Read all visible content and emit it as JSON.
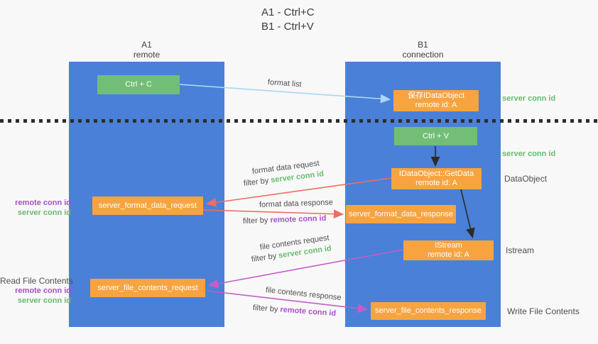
{
  "title": {
    "line1": "A1 - Ctrl+C",
    "line2": "B1 - Ctrl+V"
  },
  "columns": {
    "left": {
      "header_line1": "A1",
      "header_line2": "remote"
    },
    "right": {
      "header_line1": "B1",
      "header_line2": "connection"
    }
  },
  "nodes": {
    "ctrl_c": "Ctrl + C",
    "ctrl_v": "Ctrl + V",
    "save_idataobject": {
      "line1": "保存IDataObject",
      "line2": "remote id: A"
    },
    "getdata": {
      "line1": "IDataObject::GetData",
      "line2": "remote id: A"
    },
    "istream": {
      "line1": "IStream",
      "line2": "remote id: A"
    },
    "format_request": "server_format_data_request",
    "format_response": "server_format_data_response",
    "file_request": "server_file_contents_request",
    "file_response": "server_file_contents_response"
  },
  "labels": {
    "format_list": "format list",
    "format_data_request": "format data request",
    "format_data_response": "format data response",
    "file_contents_request": "file contents request",
    "file_contents_response": "file contents response",
    "filter_by": "filter by",
    "server_conn_id": "server conn id",
    "remote_conn_id": "remote conn id",
    "dataobject": "DataObject",
    "istream_side": "Istream",
    "read_file_contents": "Read File Contents",
    "write_file_contents": "Write File Contents"
  },
  "colors": {
    "column_blue": "#4a80d8",
    "node_green": "#72be76",
    "node_orange": "#f7a440",
    "arrow_light_blue": "#a9d7f5",
    "arrow_salmon": "#ee6e62",
    "arrow_magenta": "#c25ec9",
    "arrow_black": "#2b2b2b",
    "label_green": "#68bb6d",
    "label_purple": "#a84fc7"
  }
}
